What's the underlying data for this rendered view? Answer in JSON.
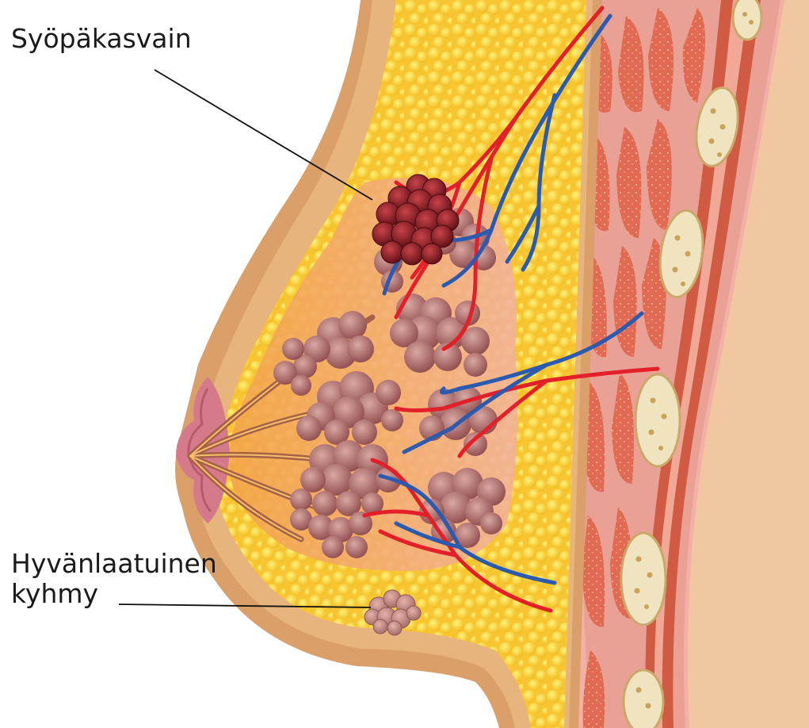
{
  "labels": {
    "cancer_tumor": "Syöpäkasvain",
    "benign_line1": "Hyvänlaatuinen",
    "benign_line2": "kyhmy"
  },
  "colors": {
    "background": "#ffffff",
    "skin_outline": "#d99a5a",
    "skin_fill": "#e8b07a",
    "fat": "#f5c542",
    "fat_light": "#ffe066",
    "gland": "#a86060",
    "gland_light": "#c98a86",
    "tumor": "#8b1a22",
    "artery": "#e3202a",
    "vein": "#2a5bb0",
    "muscle": "#d8684e",
    "muscle_band": "#f2b7ad",
    "rib": "#efe4c0",
    "chest_skin": "#f2c9a2",
    "leader_line": "#111111"
  },
  "icons": [
    "breast-anatomy-illustration",
    "cancer-tumor-icon",
    "benign-lump-icon"
  ]
}
